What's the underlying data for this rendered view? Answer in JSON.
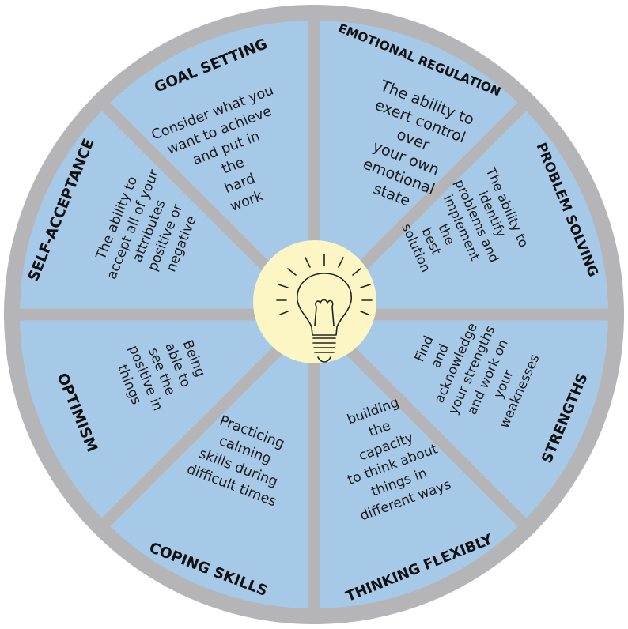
{
  "colors": {
    "ring": "#b5b5b7",
    "segment": "#a7c9e8",
    "center": "#fbf6c3",
    "text": "#111111",
    "background": "#ffffff"
  },
  "center": {
    "icon": "lightbulb-icon"
  },
  "segments": [
    {
      "id": "emotional-regulation",
      "title": "EMOTIONAL  REGULATION",
      "lines": [
        "The ability to",
        "exert control",
        "over",
        "your own",
        "emotional",
        "state"
      ]
    },
    {
      "id": "problem-solving",
      "title": "PROBLEM SOLVING",
      "lines": [
        "The ability to",
        "identify",
        "problems and",
        "implement",
        "the",
        "best",
        "solution"
      ]
    },
    {
      "id": "strengths",
      "title": "STRENGTHS",
      "lines": [
        "Find",
        "and",
        "acknowledge",
        "your strengths",
        "and work on",
        "your",
        "weaknesses"
      ]
    },
    {
      "id": "thinking-flexibly",
      "title": "THINKING FLEXIBLY",
      "lines": [
        "building",
        "the",
        "capacity",
        "to think about",
        "things in",
        "different ways"
      ]
    },
    {
      "id": "coping-skills",
      "title": "COPING SKILLS",
      "lines": [
        "Practicing",
        "calming",
        "skills during",
        "difficult times"
      ]
    },
    {
      "id": "optimism",
      "title": "OPTIMISM",
      "lines": [
        "Being",
        "able to",
        "see the",
        "positive in",
        "things"
      ]
    },
    {
      "id": "self-acceptance",
      "title": "SELF-ACCEPTANCE",
      "lines": [
        "The ability to",
        "accept all of your",
        "attributes",
        "positive or",
        "negative"
      ]
    },
    {
      "id": "goal-setting",
      "title": "GOAL SETTING",
      "lines": [
        "Consider what you",
        "want to achieve",
        "and put in",
        "the",
        "hard",
        "work"
      ]
    }
  ]
}
